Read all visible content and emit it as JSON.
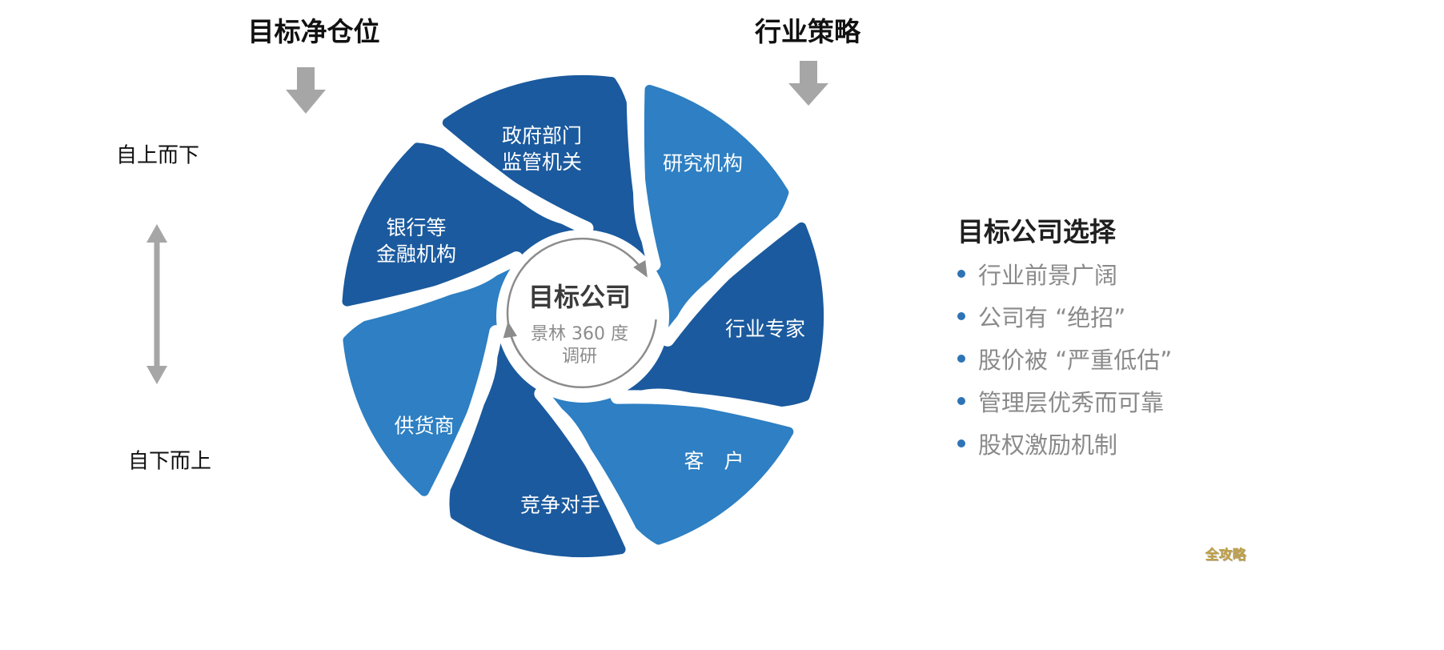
{
  "colors": {
    "dark_blue": "#1b5a9e",
    "light_blue": "#2e7fc3",
    "arrow_gray": "#a6a6a6",
    "cycle_gray": "#8c8c8c",
    "bullet_blue": "#2e74b5"
  },
  "annotations": {
    "top_left_label": "目标净仓位",
    "top_right_label": "行业策略",
    "left_top_label": "自上而下",
    "left_bottom_label": "自下而上"
  },
  "diagram": {
    "center": {
      "title": "目标公司",
      "subtitle_lines": [
        "景林 360 度",
        "调研"
      ]
    },
    "petals": [
      {
        "color_key": "dark_blue",
        "lines": [
          "政府部门",
          "监管机关"
        ]
      },
      {
        "color_key": "light_blue",
        "lines": [
          "研究机构"
        ]
      },
      {
        "color_key": "dark_blue",
        "lines": [
          "行业专家"
        ]
      },
      {
        "color_key": "light_blue",
        "lines": [
          "客　户"
        ]
      },
      {
        "color_key": "dark_blue",
        "lines": [
          "竞争对手"
        ]
      },
      {
        "color_key": "light_blue",
        "lines": [
          "供货商"
        ]
      },
      {
        "color_key": "dark_blue",
        "lines": [
          "银行等",
          "金融机构"
        ]
      }
    ]
  },
  "panel": {
    "title": "目标公司选择",
    "bullets": [
      "行业前景广阔",
      "公司有 “绝招”",
      "股价被 “严重低估”",
      "管理层优秀而可靠",
      "股权激励机制"
    ]
  },
  "watermark": "全攻略"
}
